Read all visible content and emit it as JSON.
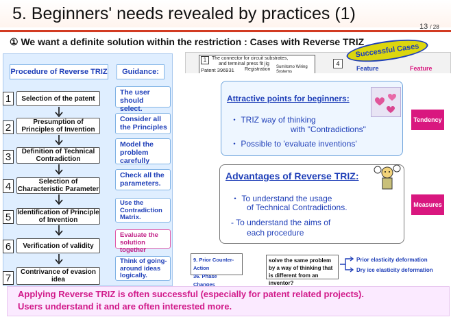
{
  "slide": {
    "title": "5. Beginners' needs revealed by practices  (1)",
    "page_current": "13",
    "page_total": "/ 28",
    "subtitle": "① We want a definite solution within the restriction : Cases with Reverse TRIZ"
  },
  "procedure": {
    "header": "Procedure of Reverse TRIZ",
    "guidance_header": "Guidance:",
    "steps": [
      {
        "num": "1",
        "label": "Selection of the patent",
        "guide": "The user should select."
      },
      {
        "num": "2",
        "label": "Presumption of Principles of Invention",
        "guide": "Consider all the Principles"
      },
      {
        "num": "3",
        "label": "Definition of Technical Contradiction",
        "guide": "Model the problem carefully"
      },
      {
        "num": "4",
        "label": "Selection of Characteristic Parameter",
        "guide": "Check all the parameters."
      },
      {
        "num": "5",
        "label": "Identification of Principle of Invention",
        "guide": "Use the Contradiction Matrix."
      },
      {
        "num": "6",
        "label": "Verification of validity",
        "guide": "Evaluate the solution together"
      },
      {
        "num": "7",
        "label": "Contrivance of evasion idea",
        "guide": "Think of going-around ideas logically."
      }
    ]
  },
  "background_case": {
    "box_num": "1",
    "connector_line1": "The connector for circuit substrates,",
    "connector_line2": "and terminal press fit jig",
    "patent": "Patent 396931",
    "registration": "Registration",
    "company": "Sumitomo Wiring Systems",
    "success_badge": "Successful Cases",
    "feature_left": "Feature",
    "feature_right": "Feature",
    "right_box_num": "4"
  },
  "attractive": {
    "title": "Attractive points for beginners:",
    "line1": "・ TRIZ way of thinking",
    "line2": "with \"Contradictions\"",
    "line3": "・ Possible to 'evaluate inventions'",
    "tag": "Tendency"
  },
  "advantages": {
    "title": "Advantages of Reverse TRIZ:",
    "line1": "・ To understand the usage",
    "line2": "of Technical Contradictions.",
    "line3": "- To understand the aims of",
    "line4": "each procedure",
    "tag": "Measures"
  },
  "bottom_case": {
    "left1": "9. Prior Counter-Action",
    "left2": "36. Phase Changes",
    "middle": "solve the same problem by a way of thinking that is different from an inventor?",
    "right1": "Prior elasticity deformation",
    "right2": "Dry ice elasticity deformation"
  },
  "footer": {
    "line1": "Applying Reverse TRIZ is often successful (especially for patent related projects).",
    "line2": "Users understand it and are often interested more."
  },
  "colors": {
    "accent_red": "#d23b22",
    "blue": "#1f3fb8",
    "magenta": "#d9177f",
    "footer_pink": "#d11a8a"
  }
}
